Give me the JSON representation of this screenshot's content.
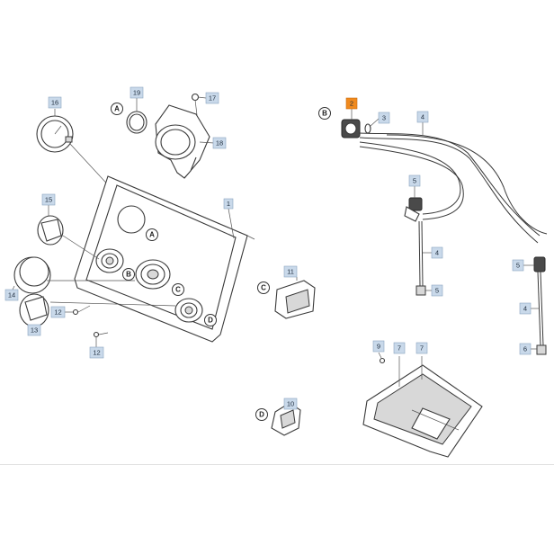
{
  "diagram": {
    "part_numbers": {
      "p1": "1",
      "p2": "2",
      "p3": "3",
      "p4a": "4",
      "p4b": "4",
      "p4c": "4",
      "p5a": "5",
      "p5b": "5",
      "p5c": "5",
      "p6": "6",
      "p7a": "7",
      "p7b": "7",
      "p9": "9",
      "p10": "10",
      "p11": "11",
      "p12a": "12",
      "p12b": "12",
      "p13": "13",
      "p14": "14",
      "p15": "15",
      "p16": "16",
      "p17": "17",
      "p18": "18",
      "p19": "19"
    },
    "callouts": {
      "A1": "A",
      "A2": "A",
      "B1": "B",
      "B2": "B",
      "C1": "C",
      "C2": "C",
      "D1": "D",
      "D2": "D"
    },
    "colors": {
      "tag_fill": "#c9d9ea",
      "highlight_tag": "#f08a1e",
      "line": "#3a3a3a"
    }
  }
}
